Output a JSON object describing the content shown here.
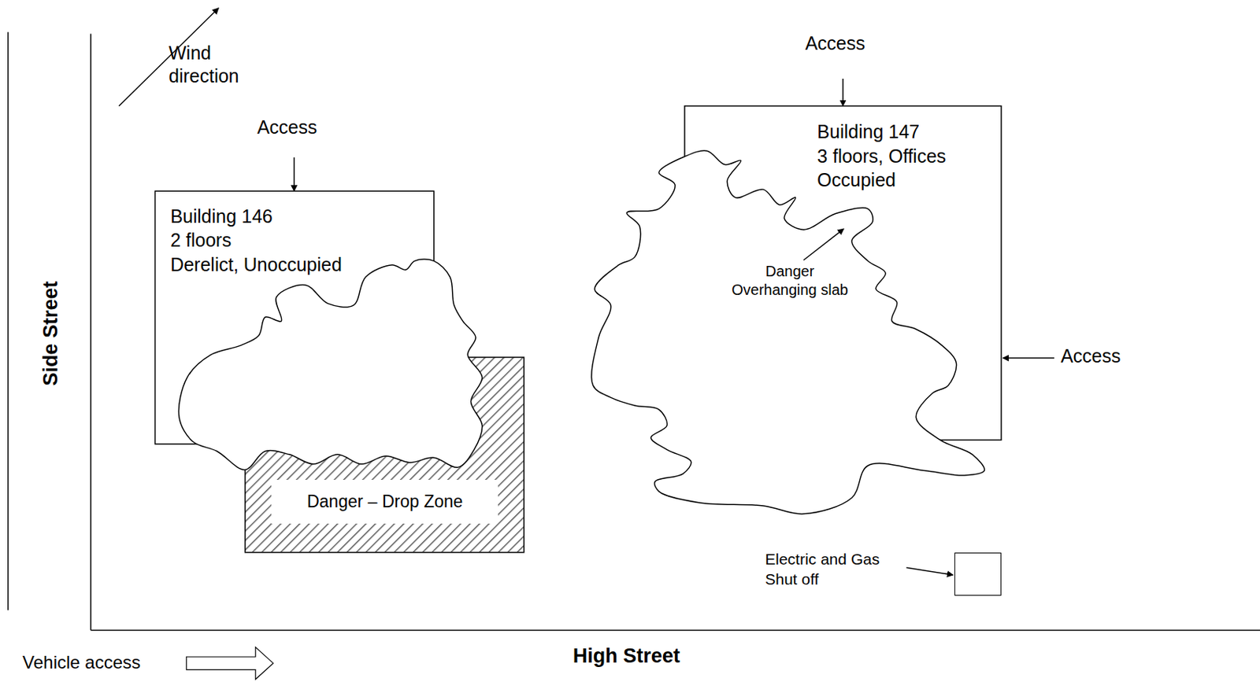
{
  "diagram": {
    "nodes": [
      {
        "text": [
          "Building 146",
          "2 floors",
          "Derelict, Unoccupied"
        ]
      },
      {
        "text": [
          "Building 147",
          "3 floors, Offices",
          "Occupied"
        ]
      },
      {
        "text": [
          "Danger – Drop Zone"
        ]
      },
      {
        "text": [
          "Electric and Gas Shut off"
        ]
      }
    ],
    "labels": [
      "Wind direction",
      "Access",
      "Access",
      "Access",
      "Danger Overhanging slab",
      "Side Street",
      "High Street",
      "Vehicle access"
    ]
  }
}
